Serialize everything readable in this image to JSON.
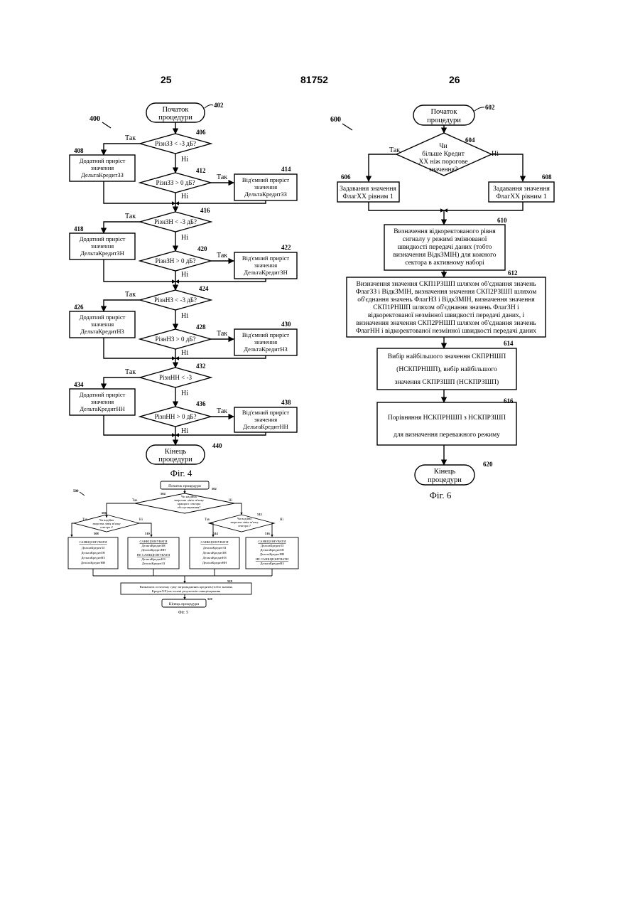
{
  "header": {
    "left_page": "25",
    "patent_number": "81752",
    "right_page": "26"
  },
  "fig4": {
    "ref": "400",
    "caption": "Фіг. 4",
    "start": {
      "ref": "402",
      "line1": "Початок",
      "line2": "процедури"
    },
    "end": {
      "ref": "440",
      "line1": "Кінець",
      "line2": "процедури"
    },
    "yes_label": "Так",
    "no_label": "Ні",
    "decisions": [
      {
        "ref": "406",
        "text": "РізнЗЗ < -3 дБ?"
      },
      {
        "ref": "412",
        "text": "РізнЗЗ > 0 дБ?"
      },
      {
        "ref": "416",
        "text": "РізнЗН < -3 дБ?"
      },
      {
        "ref": "420",
        "text": "РізнЗН > 0 дБ?"
      },
      {
        "ref": "424",
        "text": "РізнНЗ < -3 дБ?"
      },
      {
        "ref": "428",
        "text": "РізнНЗ > 0 дБ?"
      },
      {
        "ref": "432",
        "text": "РізнНН < -3"
      },
      {
        "ref": "436",
        "text": "РізнНН > 0 дБ?"
      }
    ],
    "actions": [
      {
        "ref": "408",
        "line1": "Додатний приріст",
        "line2": "значення",
        "line3": "ДельтаКредитЗЗ"
      },
      {
        "ref": "414",
        "line1": "Від'ємний приріст",
        "line2": "значення",
        "line3": "ДельтаКредитЗЗ"
      },
      {
        "ref": "418",
        "line1": "Додатний приріст",
        "line2": "значення",
        "line3": "ДельтаКредитЗН"
      },
      {
        "ref": "422",
        "line1": "Від'ємний приріст",
        "line2": "значення",
        "line3": "ДельтаКредитЗН"
      },
      {
        "ref": "426",
        "line1": "Додатний приріст",
        "line2": "значення",
        "line3": "ДельтаКредитНЗ"
      },
      {
        "ref": "430",
        "line1": "Від'ємний приріст",
        "line2": "значення",
        "line3": "ДельтаКредитНЗ"
      },
      {
        "ref": "434",
        "line1": "Додатний приріст",
        "line2": "значення",
        "line3": "ДельтаКредитНН"
      },
      {
        "ref": "438",
        "line1": "Від'ємний приріст",
        "line2": "значення",
        "line3": "ДельтаКредитНН"
      }
    ]
  },
  "fig5": {
    "ref": "500",
    "caption": "Фіг. 5",
    "start": {
      "ref": "502",
      "text": "Початок процедури"
    },
    "end": {
      "ref": "520",
      "text": "Кінець процедури"
    },
    "yes_label": "Так",
    "no_label": "Ні",
    "decision_main": {
      "ref": "504",
      "line1": "Чи надійна",
      "line2": "зворотна лінія зв'язку",
      "line3": "кращого сектора",
      "line4": "обслуговування?"
    },
    "decision_left": {
      "ref": "506",
      "line1": "Чи надійна",
      "line2": "зворотна лінія зв'язку",
      "line3": "сектора i?"
    },
    "decision_right": {
      "ref": "512",
      "line1": "Чи надійна",
      "line2": "зворотна лінія зв'язку",
      "line3": "сектора i?"
    },
    "boxes": [
      {
        "ref": "508",
        "lines": [
          "САНКЦІОНУВАТИ",
          "ДельтаКредитЗЗ",
          "ДельтаКредитЗН",
          "ДельтаКредитНЗ",
          "ДельтаКредитНН"
        ]
      },
      {
        "ref": "510",
        "lines": [
          "САНКЦІОНУВАТИ",
          "ДельтаКредитЗН",
          "ДельтаКредитНН",
          "НЕ САНКЦІОНУВАТИ",
          "ДельтаКредитНЗ",
          "ДельтаКредитЗЗ"
        ]
      },
      {
        "ref": "514",
        "lines": [
          "САНКЦІОНУВАТИ",
          "ДельтаКредитЗЗ",
          "ДельтаКредитЗН",
          "ДельтаКредитНЗ",
          "ДельтаКредитНН"
        ]
      },
      {
        "ref": "516",
        "lines": [
          "САНКЦІОНУВАТИ",
          "ДельтаКредитЗЗ",
          "ДельтаКредитЗН",
          "ДельтаКредитНН",
          "НЕ САНКЦІОНУВАТИ",
          "ДельтаКредитНЗ"
        ]
      }
    ],
    "final_box": {
      "ref": "518",
      "line1": "Визначити остаточну суму загромаджених кредитів (тобто значень",
      "line2": "КредитХХ) на основі результатів санкціонування"
    }
  },
  "fig6": {
    "ref": "600",
    "caption": "Фіг. 6",
    "start": {
      "ref": "602",
      "line1": "Початок",
      "line2": "процедури"
    },
    "end": {
      "ref": "620",
      "line1": "Кінець",
      "line2": "процедури"
    },
    "yes_label": "Так",
    "no_label": "Ні",
    "decision": {
      "ref": "604",
      "line1": "Чи",
      "line2": "більше Кредит",
      "line3": "XX ніж порогове",
      "line4": "значення?"
    },
    "box606": {
      "ref": "606",
      "line1": "Задавання значення",
      "line2": "ФлагХХ рівним 1"
    },
    "box608": {
      "ref": "608",
      "line1": "Задавання значення",
      "line2": "ФлагХХ рівним 1"
    },
    "box610": {
      "ref": "610",
      "lines": [
        "Визначення відкоректованого рівня",
        "сигналу у режимі змінюваної",
        "швидкості передачі даних (тобто",
        "визначення ВідкЗМІН) для кожного",
        "сектора в активному наборі"
      ]
    },
    "box612": {
      "ref": "612",
      "lines": [
        "Визначення значення СКП1РЗШП шляхом об'єднання значень",
        "ФлагЗЗ і ВідкЗМІН, визначення значення СКП2РЗШП шляхом",
        "об'єднання значень ФлагНЗ і ВідкЗМІН, визначення значення",
        "СКП1РНШП шляхом об'єднання значень ФлагЗН і",
        "відкоректованої незмінної швидкості передачі даних, і",
        "визначення значення СКП2РНШП шляхом об'єднання значень",
        "ФлагНН і відкоректованої незмінної швидкості передачі даних"
      ]
    },
    "box614": {
      "ref": "614",
      "lines": [
        "Вибір найбільшого значення СКПРНШП",
        "(НСКПРНШП), вибір найбільшого",
        "значення СКПРЗШП (НСКПРЗШП)"
      ]
    },
    "box616": {
      "ref": "616",
      "lines": [
        "Порівняння НСКПРНШП з НСКПРЗШП",
        "для визначення переважного режиму"
      ]
    }
  }
}
